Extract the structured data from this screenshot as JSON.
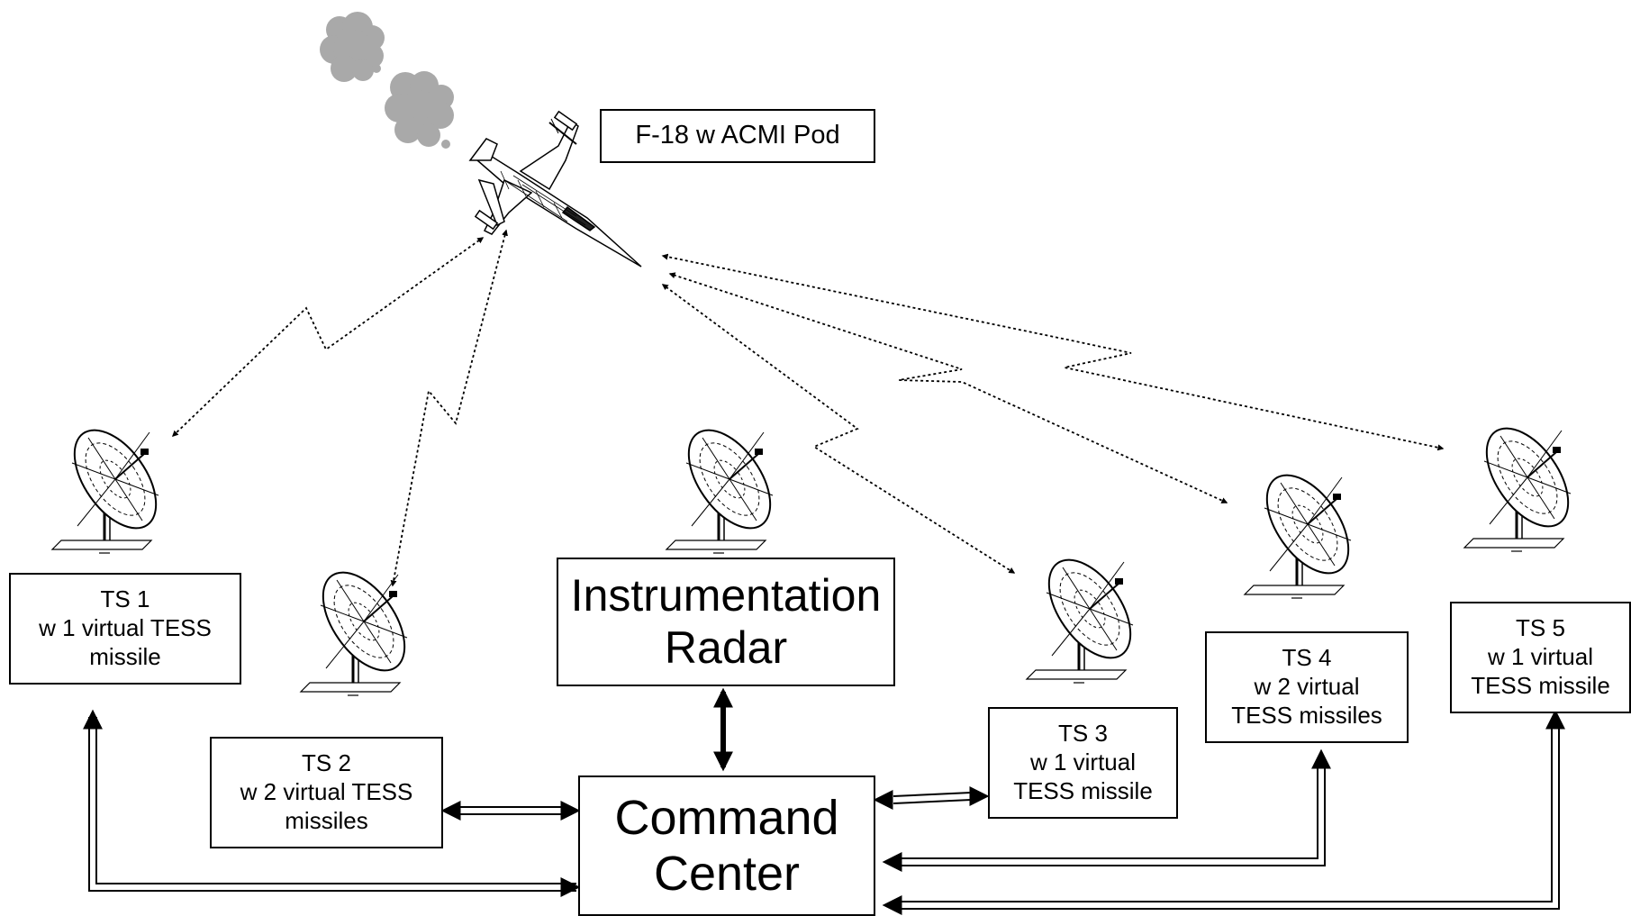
{
  "aircraft": {
    "label": "F-18 w ACMI Pod"
  },
  "radar": {
    "line1": "Instrumentation",
    "line2": "Radar"
  },
  "command_center": {
    "line1": "Command",
    "line2": "Center"
  },
  "sites": [
    {
      "line1": "TS 1",
      "line2": "w 1 virtual TESS",
      "line3": "missile"
    },
    {
      "line1": "TS 2",
      "line2": "w 2 virtual TESS",
      "line3": "missiles"
    },
    {
      "line1": "TS 3",
      "line2": "w 1 virtual",
      "line3": "TESS missile"
    },
    {
      "line1": "TS 4",
      "line2": "w 2 virtual",
      "line3": "TESS missiles"
    },
    {
      "line1": "TS 5",
      "line2": "w 1 virtual",
      "line3": "TESS missile"
    }
  ]
}
